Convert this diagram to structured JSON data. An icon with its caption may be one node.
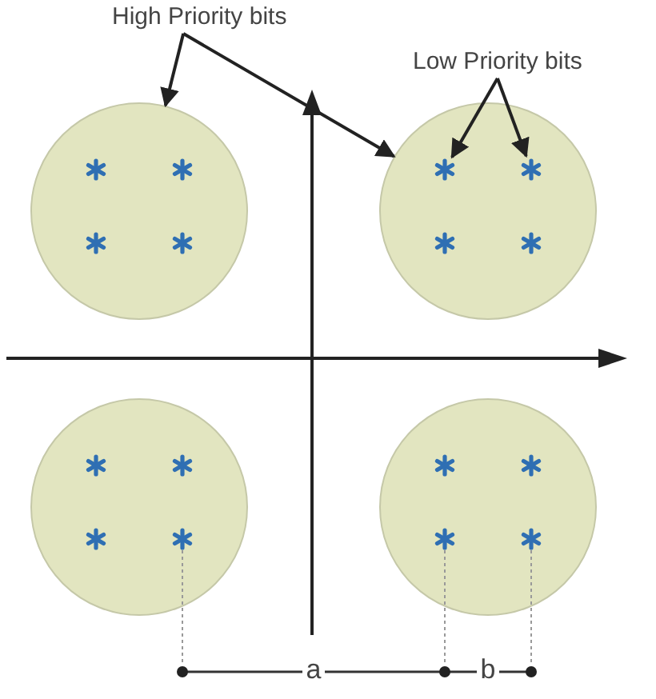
{
  "diagram": {
    "nodes": [
      {
        "text": [
          "High Priority bits"
        ]
      },
      {
        "text": [
          "Low Priority bits"
        ]
      },
      {
        "text": [],
        "shape": "circle"
      },
      {
        "text": [],
        "shape": "star",
        "in": 2
      },
      {
        "text": [],
        "shape": "star",
        "in": 2
      },
      {
        "text": [],
        "shape": "star",
        "in": 2
      },
      {
        "text": [],
        "shape": "star",
        "in": 2
      },
      {
        "text": [],
        "shape": "circle"
      },
      {
        "text": [],
        "shape": "star",
        "in": 7
      },
      {
        "text": [],
        "shape": "star",
        "in": 7
      },
      {
        "text": [],
        "shape": "star",
        "in": 7
      },
      {
        "text": [],
        "shape": "star",
        "in": 7
      },
      {
        "text": [],
        "shape": "circle"
      },
      {
        "text": [],
        "shape": "star",
        "in": 12
      },
      {
        "text": [],
        "shape": "star",
        "in": 12
      },
      {
        "text": [],
        "shape": "star",
        "in": 12
      },
      {
        "text": [],
        "shape": "star",
        "in": 12
      },
      {
        "text": [],
        "shape": "circle"
      },
      {
        "text": [],
        "shape": "star",
        "in": 17
      },
      {
        "text": [],
        "shape": "star",
        "in": 17
      },
      {
        "text": [],
        "shape": "star",
        "in": 17
      },
      {
        "text": [],
        "shape": "star",
        "in": 17
      }
    ],
    "edges": [
      {
        "from": 0,
        "to": 2,
        "arrow": "to"
      },
      {
        "from": 0,
        "to": 7,
        "arrow": "to"
      },
      {
        "from": 1,
        "to": 8,
        "arrow": "to"
      },
      {
        "from": 1,
        "to": 9,
        "arrow": "to"
      }
    ],
    "labels": [
      "a",
      "b"
    ]
  }
}
